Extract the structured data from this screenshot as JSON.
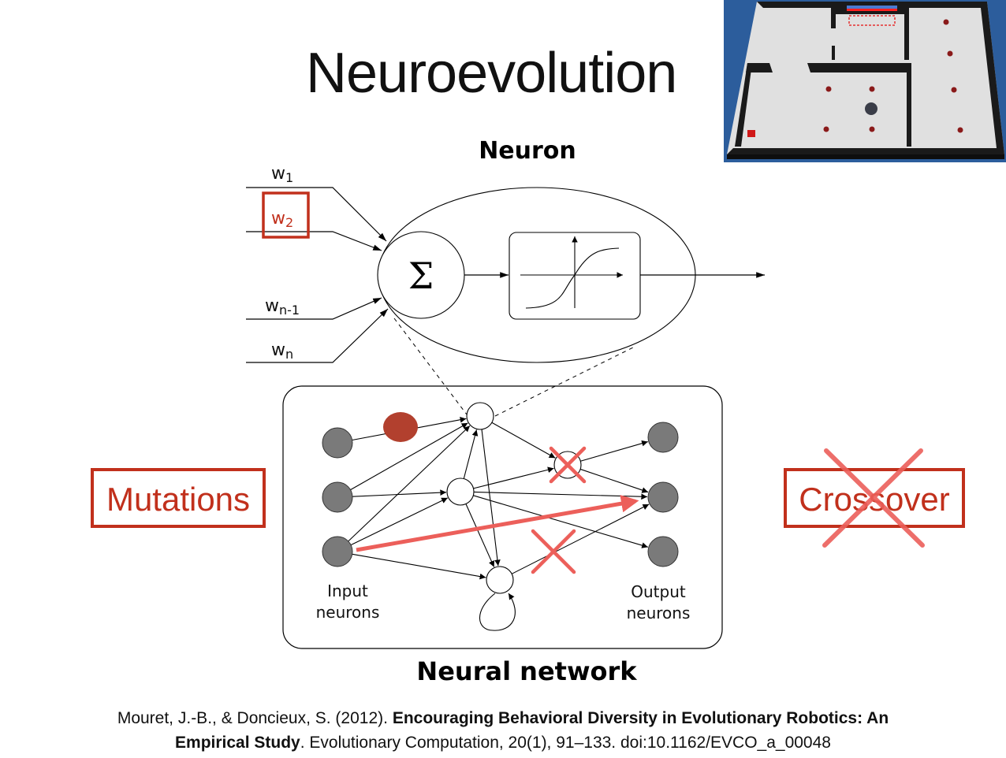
{
  "slide": {
    "title": "Neuroevolution",
    "neuron_heading": "Neuron",
    "network_heading": "Neural network"
  },
  "neuron": {
    "weights": [
      {
        "base": "w",
        "sub": "1",
        "highlighted": false
      },
      {
        "base": "w",
        "sub": "2",
        "highlighted": true
      },
      {
        "base": "w",
        "sub": "n-1",
        "highlighted": false
      },
      {
        "base": "w",
        "sub": "n",
        "highlighted": false
      }
    ],
    "sum_symbol": "Σ",
    "activation": "sigmoid"
  },
  "network": {
    "input_label_line1": "Input",
    "input_label_line2": "neurons",
    "output_label_line1": "Output",
    "output_label_line2": "neurons",
    "input_count": 3,
    "hidden_count": 4,
    "output_count": 3
  },
  "annotations": {
    "mutations": "Mutations",
    "crossover": "Crossover",
    "crossover_crossed_out": true
  },
  "colors": {
    "annotation_red": "#c1301c",
    "mutation_pink": "#ec5f5a",
    "input_output_node": "#7a7a7a",
    "maze_background": "#2a5a9a"
  },
  "citation": {
    "authors": "Mouret, J.-B., & Doncieux, S. (2012). ",
    "title_bold_1": "Encouraging Behavioral Diversity in Evolutionary Robotics: An",
    "title_bold_2": "Empirical Study",
    "rest": ". Evolutionary Computation, 20(1), 91–133. doi:10.1162/EVCO_a_00048"
  }
}
